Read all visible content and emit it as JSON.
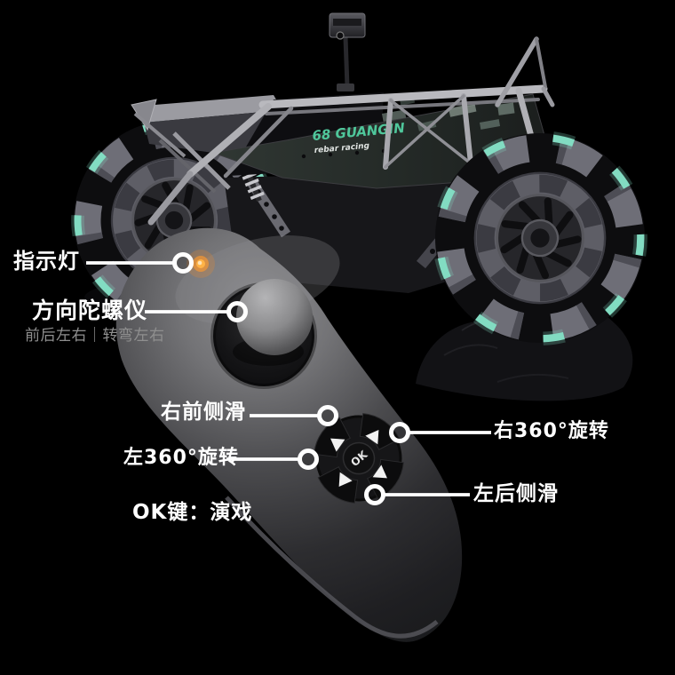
{
  "annotations": {
    "indicator": "指示灯",
    "gyro": "方向陀螺仪",
    "gyro_sub": "前后左右｜转弯左右",
    "right_front_slide": "右前侧滑",
    "right_rotate": "右360°旋转",
    "left_rotate": "左360°旋转",
    "left_rear_slide": "左后侧滑",
    "ok_key": "OK键：演戏"
  },
  "controller": {
    "ok_button": "OK"
  },
  "car": {
    "body_text_line1": "68 GUANGIN",
    "body_text_line2": "rebar racing"
  },
  "colors": {
    "background": "#000000",
    "label_white": "#ffffff",
    "sub_gray": "#8f8f8f",
    "accent_teal": "#7fd9bd",
    "led_orange": "#ff9a2e"
  }
}
